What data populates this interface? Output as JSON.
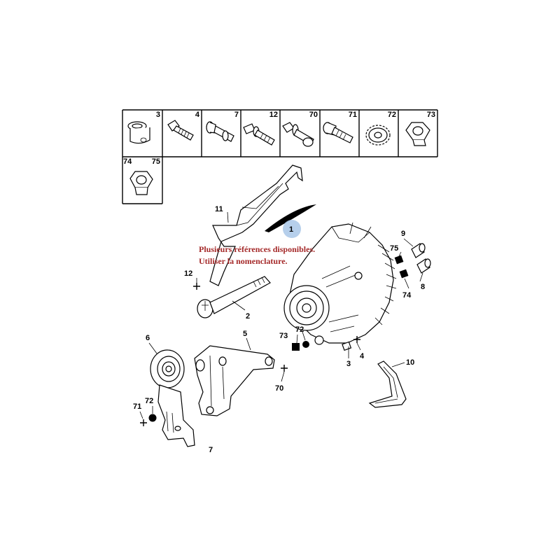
{
  "legend": [
    {
      "id": "3"
    },
    {
      "id": "4"
    },
    {
      "id": "7"
    },
    {
      "id": "12"
    },
    {
      "id": "70"
    },
    {
      "id": "71"
    },
    {
      "id": "72"
    },
    {
      "id": "73"
    },
    {
      "id": "74"
    },
    {
      "id": "75"
    }
  ],
  "callouts": {
    "c1": "1",
    "c2": "2",
    "c3": "3",
    "c4": "4",
    "c5": "5",
    "c6": "6",
    "c7": "7",
    "c8": "8",
    "c9": "9",
    "c10": "10",
    "c11": "11",
    "c12": "12",
    "c70": "70",
    "c71": "71",
    "c72a": "72",
    "c72b": "72",
    "c73": "73",
    "c74": "74",
    "c75": "75"
  },
  "notice": {
    "line1": "Plusieurs références disponibles.",
    "line2": "Utiliser la nomenclature."
  },
  "colors": {
    "notice": "#a52a2a",
    "highlight": "#a9c7e8",
    "ink": "#000000"
  }
}
